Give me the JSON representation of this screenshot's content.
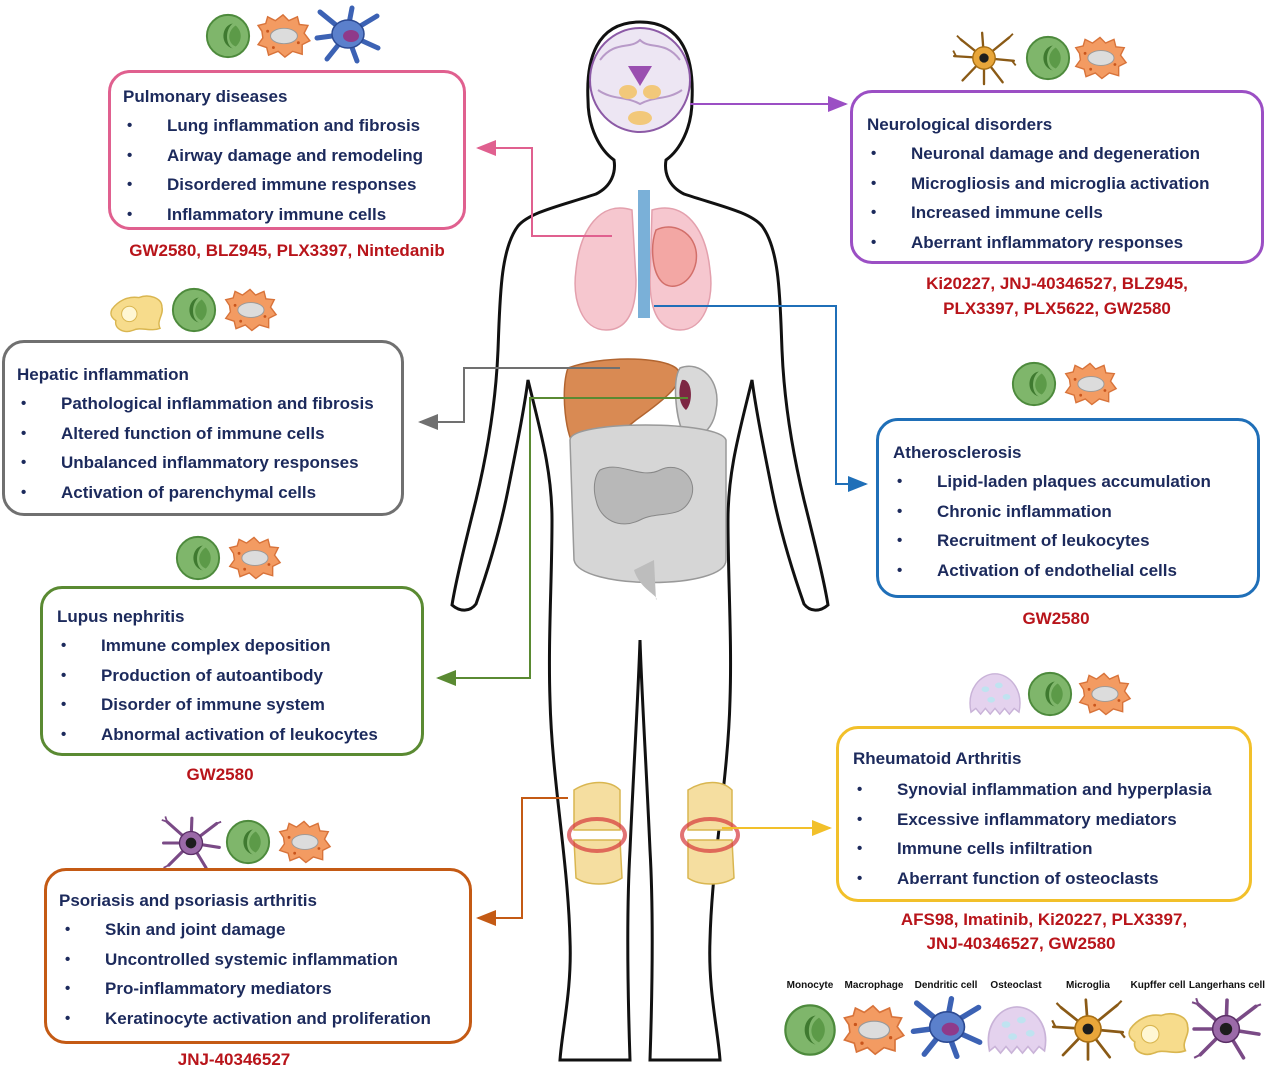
{
  "diseases": {
    "pulmonary": {
      "title": "Pulmonary diseases",
      "items": [
        "Lung inflammation and fibrosis",
        "Airway damage and remodeling",
        "Disordered immune responses",
        "Inflammatory immune cells"
      ],
      "drugs": [
        "GW2580, BLZ945, PLX3397, Nintedanib"
      ],
      "color": "#e0608f"
    },
    "neurological": {
      "title": "Neurological disorders",
      "items": [
        "Neuronal damage and degeneration",
        "Microgliosis and microglia activation",
        "Increased immune cells",
        "Aberrant inflammatory responses"
      ],
      "drugs": [
        "Ki20227, JNJ-40346527, BLZ945,",
        "PLX3397, PLX5622, GW2580"
      ],
      "color": "#9b4fc4"
    },
    "hepatic": {
      "title": "Hepatic inflammation",
      "items": [
        "Pathological inflammation and fibrosis",
        "Altered function of immune cells",
        "Unbalanced inflammatory responses",
        "Activation of parenchymal cells"
      ],
      "drugs": [],
      "color": "#707070"
    },
    "atherosclerosis": {
      "title": "Atherosclerosis",
      "items": [
        "Lipid-laden plaques accumulation",
        "Chronic inflammation",
        "Recruitment of leukocytes",
        "Activation of endothelial cells"
      ],
      "drugs": [
        "GW2580"
      ],
      "color": "#1f6fb8"
    },
    "lupus": {
      "title": "Lupus nephritis",
      "items": [
        "Immune complex deposition",
        " Production of autoantibody",
        "Disorder of immune system",
        "Abnormal activation of leukocytes"
      ],
      "drugs": [
        "GW2580"
      ],
      "color": "#5a8a32"
    },
    "rheumatoid": {
      "title": "Rheumatoid Arthritis",
      "items": [
        "Synovial inflammation and hyperplasia",
        "Excessive inflammatory mediators",
        "Immune cells infiltration",
        "Aberrant function of osteoclasts"
      ],
      "drugs": [
        "AFS98, Imatinib, Ki20227, PLX3397,",
        "JNJ-40346527, GW2580"
      ],
      "color": "#f2c02a"
    },
    "psoriasis": {
      "title": "Psoriasis and psoriasis arthritis",
      "items": [
        "Skin and joint damage",
        "Uncontrolled systemic inflammation",
        "Pro-inflammatory mediators",
        "Keratinocyte activation and proliferation"
      ],
      "drugs": [
        "JNJ-40346527"
      ],
      "color": "#c45a14"
    }
  },
  "bullet": "•",
  "legend": [
    "Monocyte",
    "Macrophage",
    "Dendritic cell",
    "Osteoclast",
    "Microglia",
    "Kupffer cell",
    "Langerhans cell"
  ],
  "cell_colors": {
    "monocyte": "#7fb66b",
    "macrophage": "#f39b62",
    "dendritic": "#3c62b4",
    "osteoclast": "#e4d2ee",
    "microglia": "#e8a63a",
    "kupffer": "#f7dc8c",
    "langerhans": "#7a4a86"
  }
}
